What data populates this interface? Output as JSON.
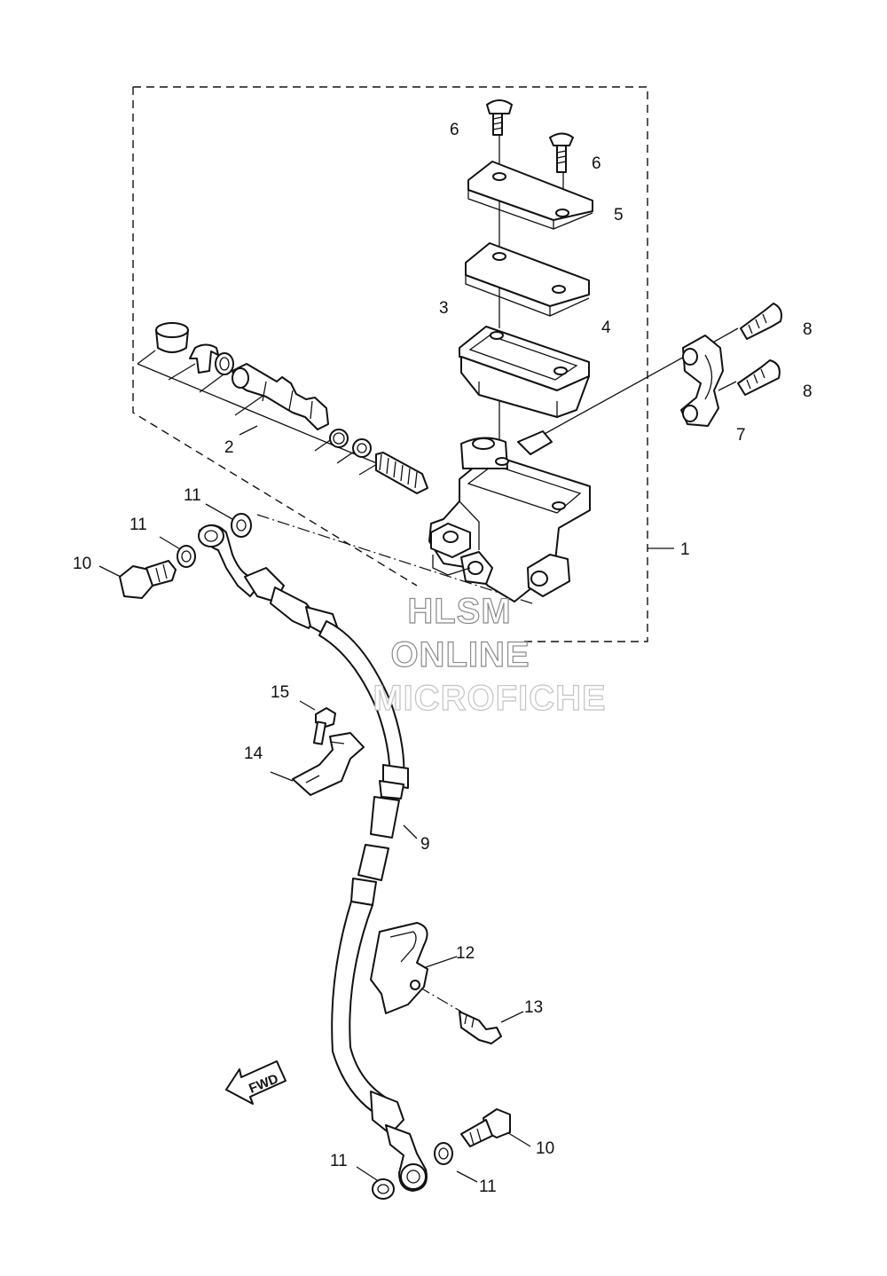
{
  "watermark": {
    "line1": "HLSM",
    "line2": "ONLINE",
    "line3": "MICROFICHE"
  },
  "direction_arrow": {
    "label": "FWD"
  },
  "callouts": {
    "c1": "1",
    "c2": "2",
    "c3": "3",
    "c4": "4",
    "c5": "5",
    "c6a": "6",
    "c6b": "6",
    "c7": "7",
    "c8a": "8",
    "c8b": "8",
    "c9": "9",
    "c10a": "10",
    "c10b": "10",
    "c11a": "11",
    "c11b": "11",
    "c11c": "11",
    "c11d": "11",
    "c12": "12",
    "c13": "13",
    "c14": "14",
    "c15": "15"
  },
  "icons": {
    "direction": "fwd-arrow-icon"
  }
}
